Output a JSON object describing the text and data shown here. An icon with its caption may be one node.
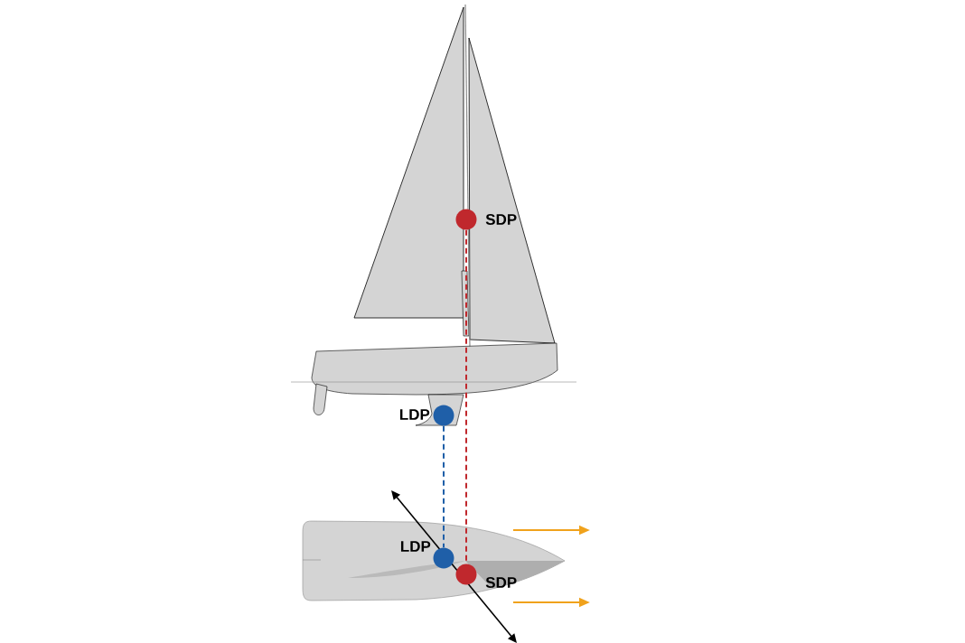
{
  "diagram": {
    "nodes": [
      {
        "text": [],
        "shape": "circle",
        "beside": [
          "SDP"
        ]
      },
      {
        "text": [],
        "shape": "circle",
        "beside": [
          "LDP"
        ]
      },
      {
        "text": [],
        "shape": "circle",
        "beside": [
          "LDP"
        ]
      },
      {
        "text": [],
        "shape": "circle",
        "beside": [
          "SDP"
        ]
      }
    ],
    "edges": [
      {
        "from": 0,
        "to": 3,
        "arrow": "none",
        "style": "dashed",
        "color": "#c0282d"
      },
      {
        "from": 1,
        "to": 2,
        "arrow": "none",
        "style": "dashed",
        "color": "#1f5fa8"
      }
    ]
  }
}
